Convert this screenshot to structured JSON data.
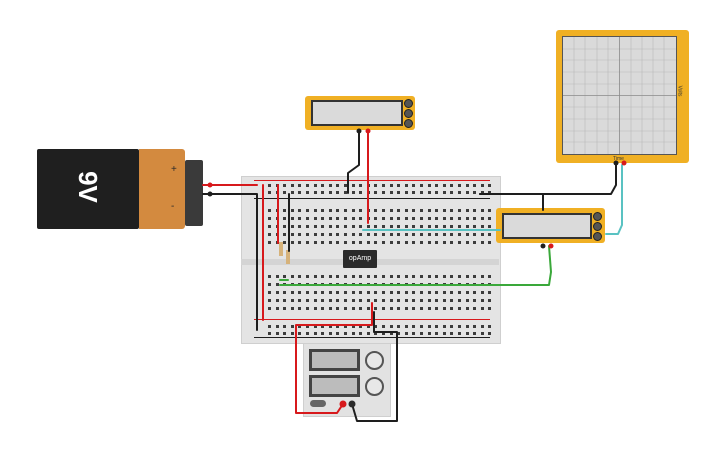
{
  "battery": {
    "label": "9V",
    "plus_symbol": "+",
    "minus_symbol": "-"
  },
  "chip": {
    "label": "opAmp"
  },
  "oscilloscope": {
    "x_axis_label": "Time",
    "y_axis_label": "Volts"
  },
  "colors": {
    "wire_red": "#d7191c",
    "wire_black": "#1e1e1e",
    "wire_green": "#3aa83a",
    "wire_teal": "#59c2c2",
    "meter_body": "#f0b024",
    "battery_cap": "#d38a3f"
  }
}
